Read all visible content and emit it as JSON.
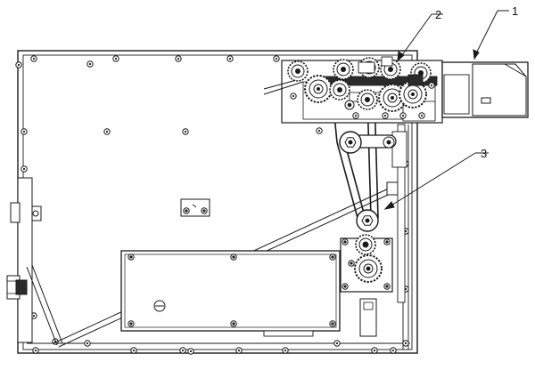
{
  "diagram": {
    "callouts": [
      {
        "id": "callout-1",
        "label": "1"
      },
      {
        "id": "callout-2",
        "label": "2"
      },
      {
        "id": "callout-3",
        "label": "3"
      }
    ],
    "colors": {
      "line": "#1a1a1a",
      "face": "#ffffff",
      "shade": "#cfcfcf",
      "dark": "#2b2b2b"
    }
  }
}
